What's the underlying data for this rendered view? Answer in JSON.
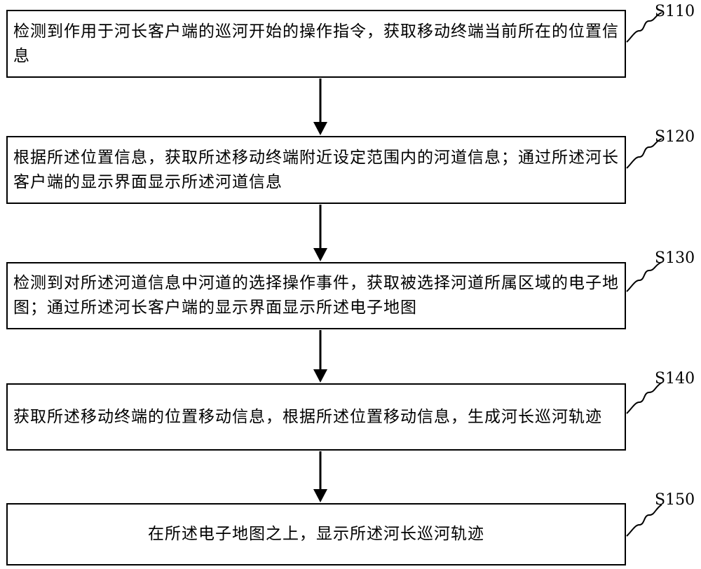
{
  "steps": [
    {
      "id": "S110",
      "text": "检测到作用于河长客户端的巡河开始的操作指令，获取移动终端当前所在的位置信息"
    },
    {
      "id": "S120",
      "text": "根据所述位置信息，获取所述移动终端附近设定范围内的河道信息；通过所述河长客户端的显示界面显示所述河道信息"
    },
    {
      "id": "S130",
      "text": "检测到对所述河道信息中河道的选择操作事件，获取被选择河道所属区域的电子地图；通过所述河长客户端的显示界面显示所述电子地图"
    },
    {
      "id": "S140",
      "text": "获取所述移动终端的位置移动信息，根据所述位置移动信息，生成河长巡河轨迹"
    },
    {
      "id": "S150",
      "text": "在所述电子地图之上，显示所述河长巡河轨迹"
    }
  ]
}
